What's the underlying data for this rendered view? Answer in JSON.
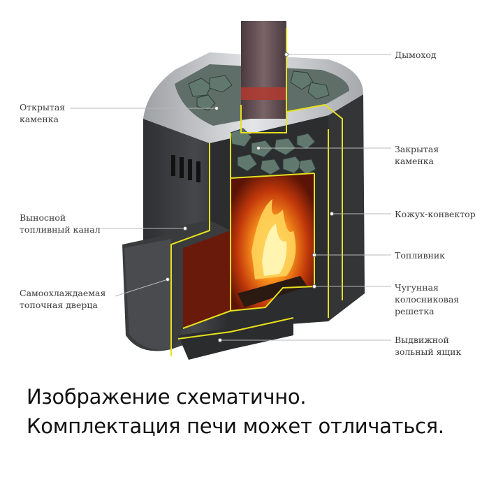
{
  "labels_left": [
    {
      "id": "open-heater",
      "text": "Открытая\nкаменка"
    },
    {
      "id": "fuel-channel",
      "text": "Выносной\nтопливный канал"
    },
    {
      "id": "door",
      "text": "Самоохлаждаемая\nтопочная дверца"
    }
  ],
  "labels_right": [
    {
      "id": "chimney",
      "text": "Дымоход"
    },
    {
      "id": "closed-heater",
      "text": "Закрытая\nкаменка"
    },
    {
      "id": "convector",
      "text": "Кожух-конвектор"
    },
    {
      "id": "firebox",
      "text": "Топливник"
    },
    {
      "id": "grate",
      "text": "Чугунная\nколосниковая\nрешетка"
    },
    {
      "id": "ash-box",
      "text": "Выдвижной\nзольный ящик"
    }
  ],
  "caption": {
    "line1": "Изображение схематично.",
    "line2": "Комплектация печи может отличаться."
  },
  "colors": {
    "body": "#3b3c3e",
    "steel": "#c9cbcd",
    "outline": "#e6e01e",
    "fire": "#ff7a10",
    "stones": "#5f7a70",
    "pipe": "#5a4a4e"
  }
}
